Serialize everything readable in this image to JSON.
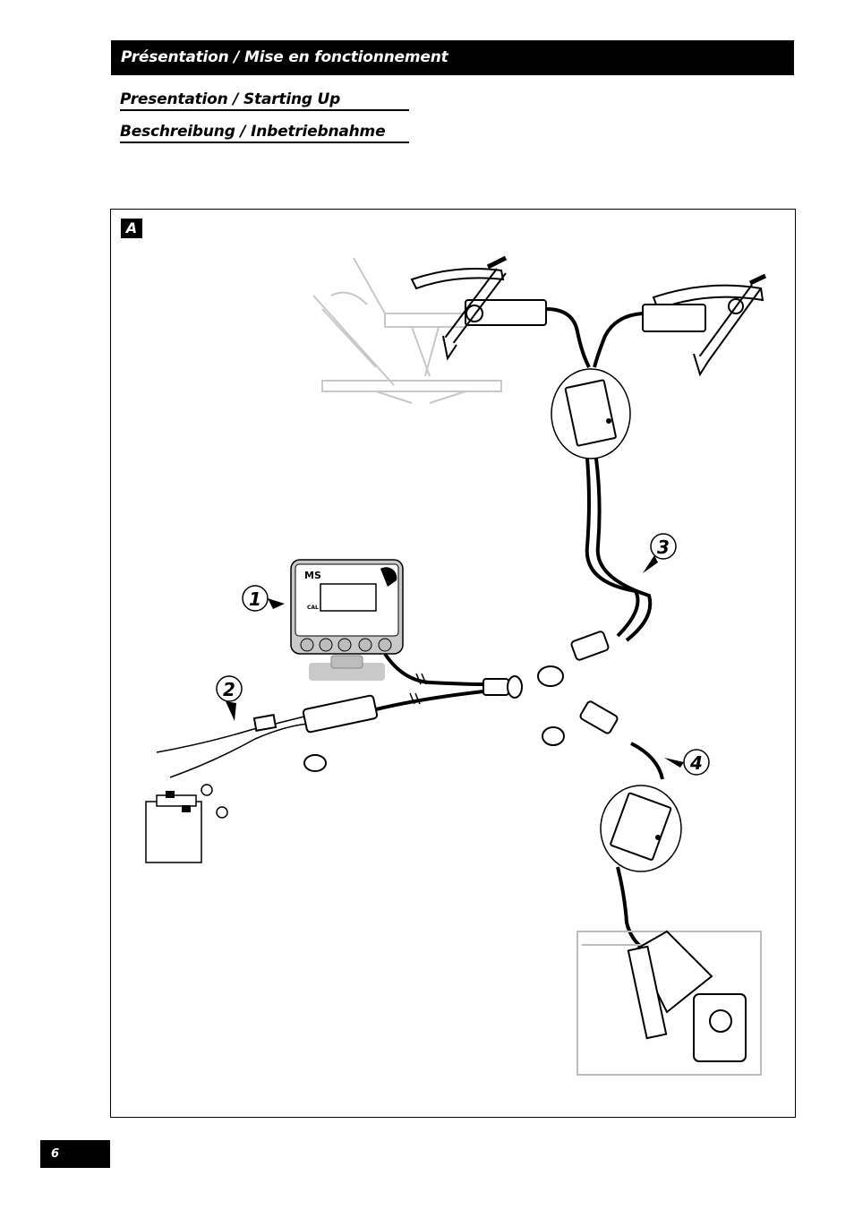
{
  "header": {
    "title_fr": "Présentation / Mise en fonctionnement",
    "title_en": "Presentation / Starting Up",
    "title_de": "Beschreibung / Inbetriebnahme"
  },
  "figure": {
    "label": "A",
    "callouts": [
      "1",
      "2",
      "3",
      "4"
    ],
    "console": {
      "brand": "MS",
      "row_labels": [
        "CAL"
      ]
    }
  },
  "footer": {
    "page_number": "6"
  }
}
